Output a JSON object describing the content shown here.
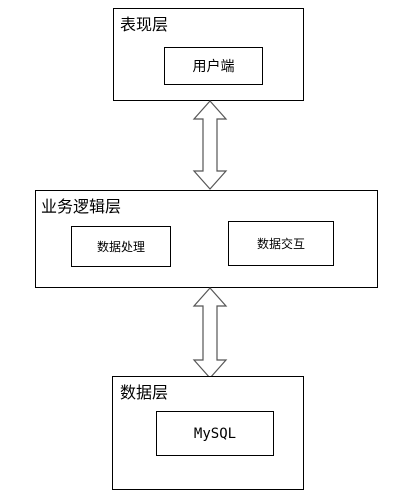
{
  "diagram": {
    "presentation_layer": {
      "title": "表现层",
      "modules": [
        {
          "label": "用户端"
        }
      ]
    },
    "business_layer": {
      "title": "业务逻辑层",
      "modules": [
        {
          "label": "数据处理"
        },
        {
          "label": "数据交互"
        }
      ]
    },
    "data_layer": {
      "title": "数据层",
      "modules": [
        {
          "label": "MySQL"
        }
      ]
    },
    "connectors": [
      {
        "from": "表现层",
        "to": "业务逻辑层",
        "type": "bidirectional-arrow"
      },
      {
        "from": "业务逻辑层",
        "to": "数据层",
        "type": "bidirectional-arrow"
      }
    ],
    "colors": {
      "line": "#000000",
      "arrow_outline": "#555555",
      "arrow_fill": "#ffffff"
    }
  }
}
